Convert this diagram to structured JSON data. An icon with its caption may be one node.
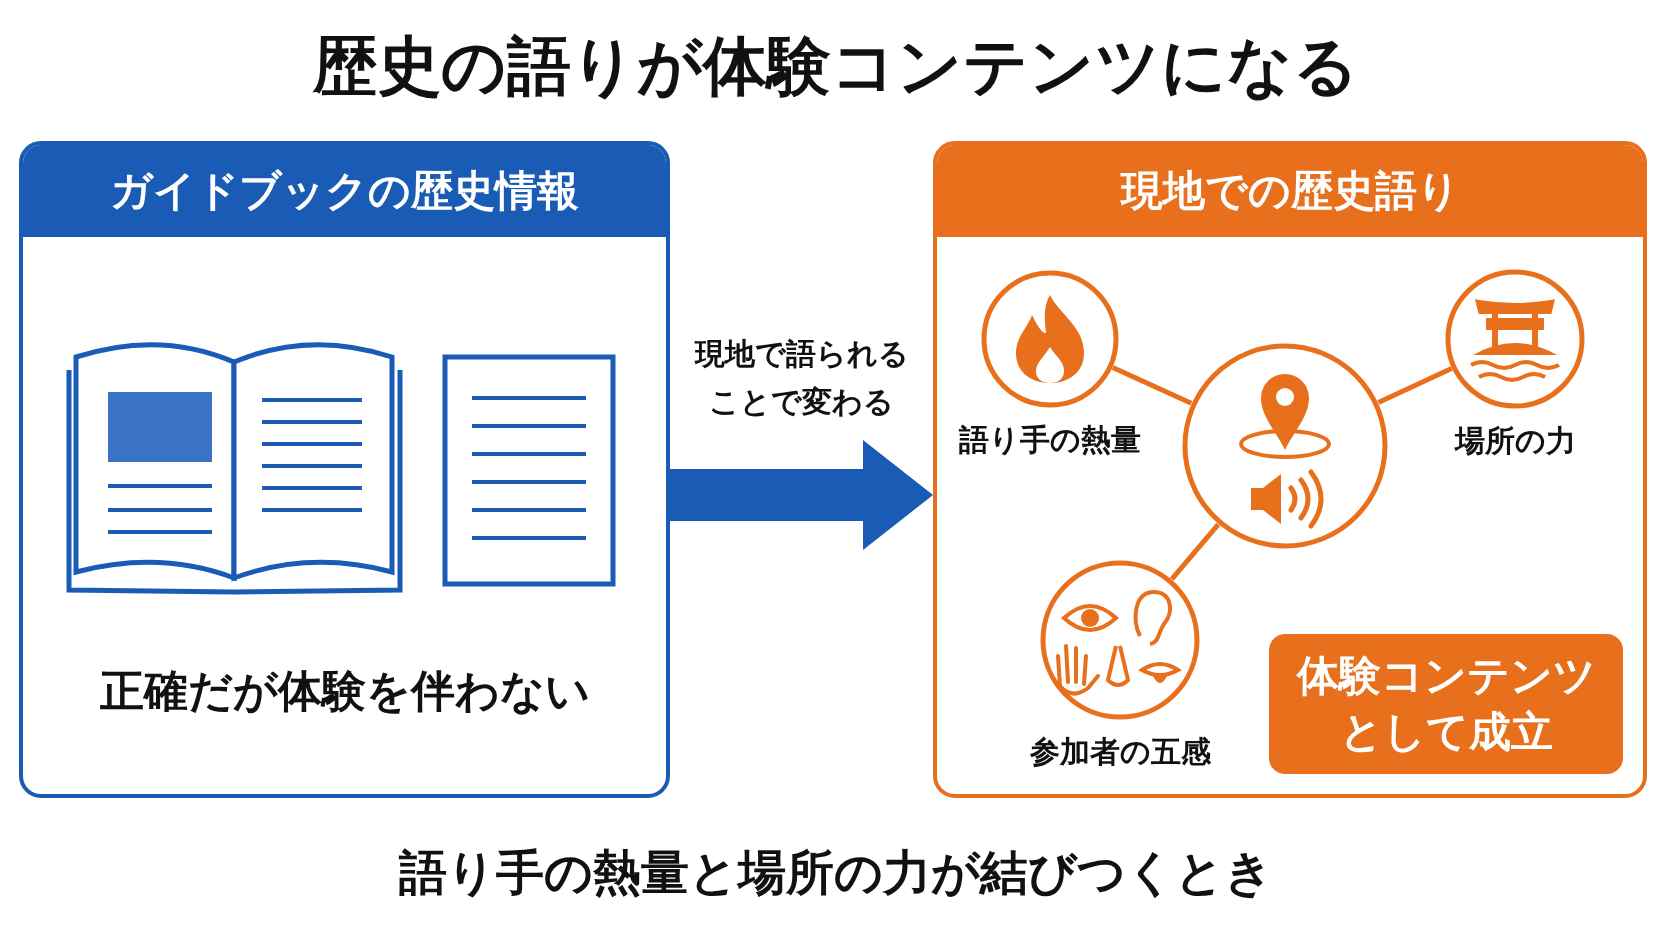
{
  "diagram": {
    "title": "歴史の語りが体験コンテンツになる",
    "caption": "語り手の熱量と場所の力が結びつくとき",
    "nodes": [
      {
        "text": [
          "ガイドブックの歴史情報",
          "正確だが体験を伴わない"
        ]
      },
      {
        "text": [
          "現地での歴史語り"
        ]
      },
      {
        "text": [],
        "shape": "circle",
        "in": 1
      },
      {
        "text": [
          "語り手の熱量"
        ],
        "in": 1
      },
      {
        "text": [
          "場所の力"
        ],
        "in": 1
      },
      {
        "text": [
          "参加者の五感"
        ],
        "in": 1
      },
      {
        "text": [
          "体験コンテンツとして成立"
        ],
        "in": 1
      }
    ],
    "edges": [
      {
        "from": 0,
        "to": 1,
        "arrow": "to",
        "label": "現地で語られることで変わる",
        "style": "thick",
        "color": "#1a5cb5"
      },
      {
        "from": 3,
        "to": 2,
        "arrow": "none"
      },
      {
        "from": 4,
        "to": 2,
        "arrow": "none"
      },
      {
        "from": 5,
        "to": 2,
        "arrow": "none"
      }
    ]
  }
}
